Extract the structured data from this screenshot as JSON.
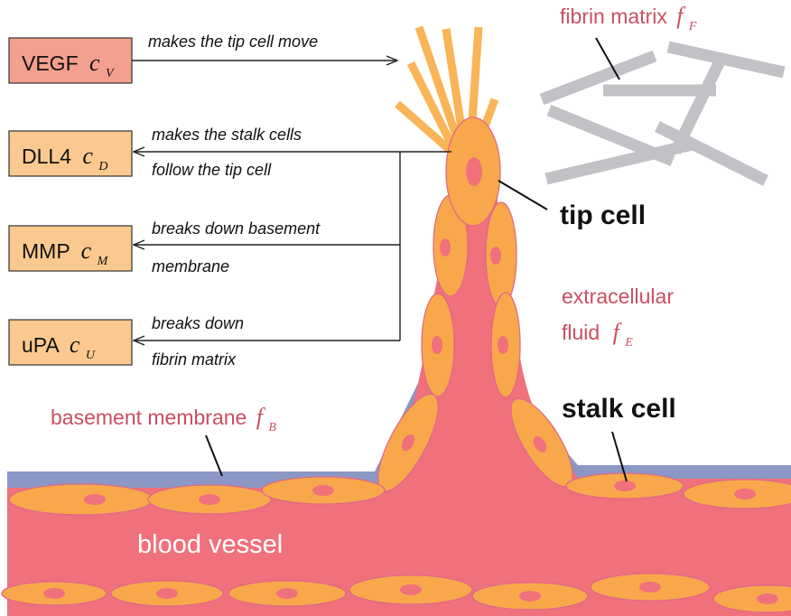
{
  "factors": [
    {
      "id": "vegf",
      "name": "VEGF",
      "symbol": "c",
      "subscript": "V",
      "fill": "#f4a08e",
      "arrow_text": [
        "makes the tip cell move"
      ]
    },
    {
      "id": "dll4",
      "name": "DLL4",
      "symbol": "c",
      "subscript": "D",
      "fill": "#fbc98f",
      "arrow_text": [
        "makes the stalk cells",
        "follow the tip cell"
      ]
    },
    {
      "id": "mmp",
      "name": "MMP",
      "symbol": "c",
      "subscript": "M",
      "fill": "#fbc98f",
      "arrow_text": [
        "breaks down basement",
        "membrane"
      ]
    },
    {
      "id": "upa",
      "name": "uPA",
      "symbol": "c",
      "subscript": "U",
      "fill": "#fbc98f",
      "arrow_text": [
        "breaks down",
        "fibrin matrix"
      ]
    }
  ],
  "labels": {
    "fibrin_matrix": {
      "text": "fibrin matrix",
      "symbol": "f",
      "subscript": "F"
    },
    "extracellular_fluid": {
      "line1": "extracellular",
      "line2": "fluid",
      "symbol": "f",
      "subscript": "E"
    },
    "basement_membrane": {
      "text": "basement membrane",
      "symbol": "f",
      "subscript": "B"
    },
    "tip_cell": "tip cell",
    "stalk_cell": "stalk cell",
    "blood_vessel": "blood vessel"
  },
  "colors": {
    "label_red": "#c94f61",
    "vessel": "#f0707c",
    "cell": "#f8a84a",
    "cell_outline": "#e06a86",
    "nucleus": "#f0707c",
    "membrane": "#8b97c4",
    "fibrin": "#c2c2c6",
    "filopodia": "#f8b456"
  }
}
